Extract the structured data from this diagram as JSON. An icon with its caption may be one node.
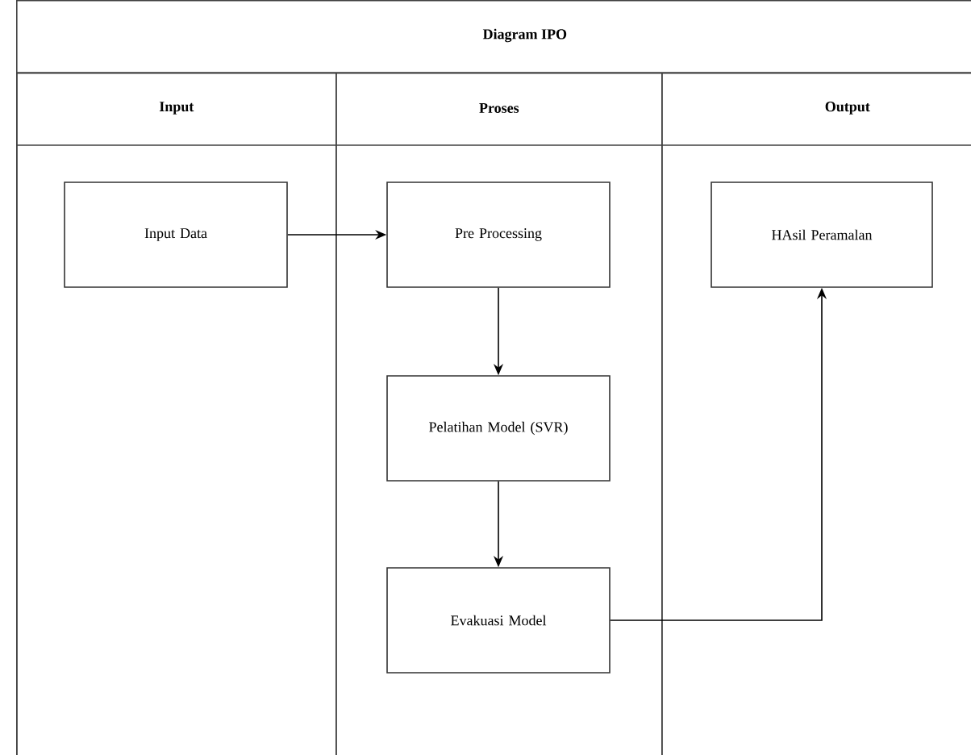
{
  "diagram": {
    "nodes": [
      {
        "text": [
          "Diagram IPO"
        ]
      },
      {
        "text": [
          "Input"
        ],
        "in": 0
      },
      {
        "text": [
          "Proses"
        ],
        "in": 0
      },
      {
        "text": [
          "Output"
        ],
        "in": 0
      },
      {
        "text": [
          "Input Data"
        ],
        "in": 1
      },
      {
        "text": [
          "Pre Processing"
        ],
        "in": 2
      },
      {
        "text": [
          "Pelatihan Model (SVR)"
        ],
        "in": 2
      },
      {
        "text": [
          "Evakuasi Model"
        ],
        "in": 2
      },
      {
        "text": [
          "HAsil Peramalan"
        ],
        "in": 3
      }
    ],
    "edges": [
      {
        "from": 4,
        "to": 5,
        "arrow": "to"
      },
      {
        "from": 5,
        "to": 6,
        "arrow": "to"
      },
      {
        "from": 6,
        "to": 7,
        "arrow": "to"
      },
      {
        "from": 7,
        "to": 8,
        "arrow": "to"
      }
    ]
  }
}
